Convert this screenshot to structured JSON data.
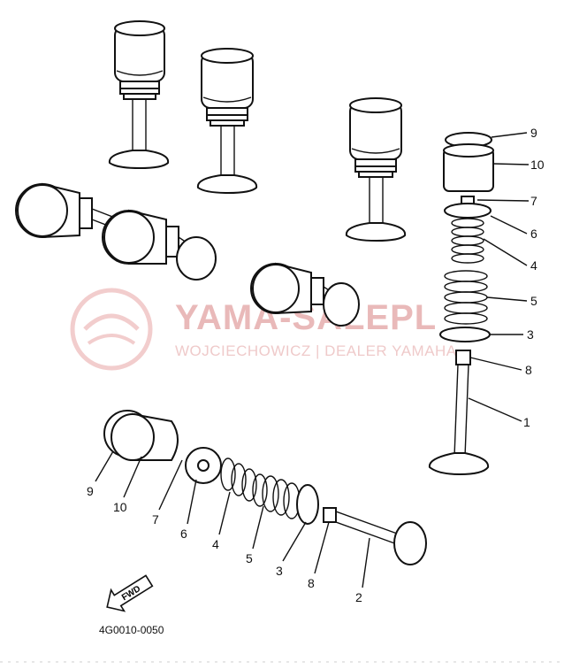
{
  "diagram": {
    "drawing_code": "4G0010-0050",
    "fwd_label": "FWD",
    "callouts_right": [
      "9",
      "10",
      "7",
      "6",
      "4",
      "5",
      "3",
      "8",
      "1"
    ],
    "callouts_bottom": [
      "9",
      "10",
      "7",
      "6",
      "4",
      "5",
      "3",
      "8",
      "2"
    ]
  },
  "watermark": {
    "brand": "YAMA-SALEPL",
    "dealer_line": "WOJCIECHOWICZ | DEALER YAMAHA",
    "color": "#e9b9b9"
  }
}
